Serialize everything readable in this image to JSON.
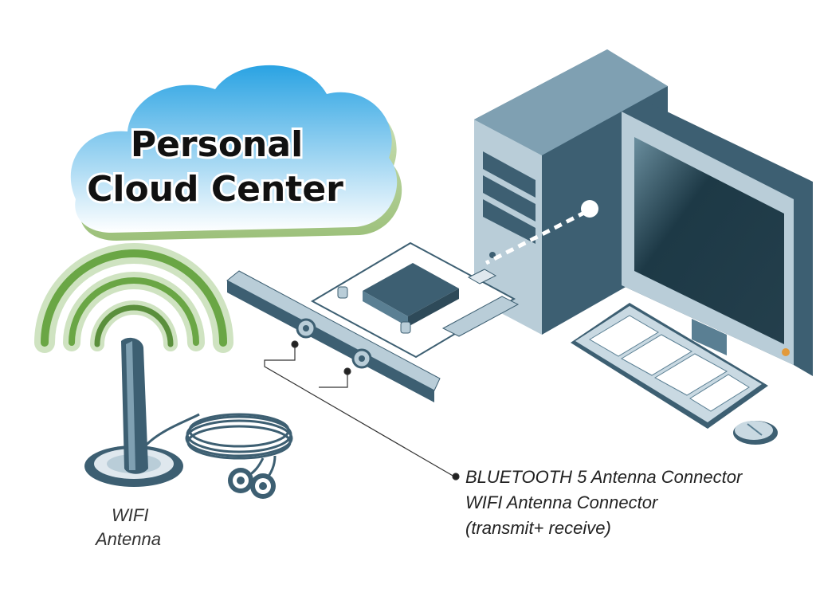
{
  "cloud": {
    "line1": "Personal",
    "line2": "Cloud Center"
  },
  "antenna": {
    "line1": "WIFI",
    "line2": "Antenna"
  },
  "connector_labels": {
    "line1": "BLUETOOTH 5 Antenna Connector",
    "line2": "WIFI Antenna Connector",
    "line3": "(transmit+ receive)"
  },
  "colors": {
    "pc_dark": "#3d5f72",
    "pc_mid": "#5a7f93",
    "pc_light": "#b9cdd8",
    "screen": "#1e3a48",
    "cloud_blue": "#4fb3e6",
    "wifi_green": "#5a8f3c",
    "card": "#8da7b5",
    "accent_orange": "#e39a3a"
  }
}
